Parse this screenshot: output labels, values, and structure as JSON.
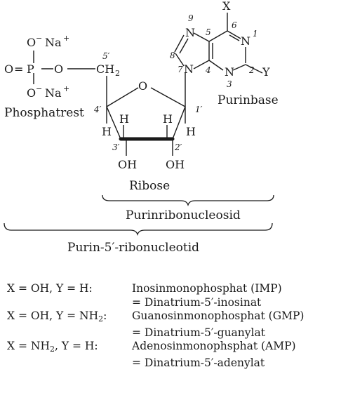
{
  "structure": {
    "phosphate": {
      "o_top": "O",
      "o_top_charge": "−",
      "na_top": "Na",
      "na_charge": "+",
      "o_double": "O",
      "eq_bond": "=",
      "p_atom": "P",
      "o_bridge": "O",
      "o_bottom": "O",
      "o_bottom_charge": "−",
      "na_bottom": "Na",
      "label": "Phosphatrest"
    },
    "sugar": {
      "ch2": "CH",
      "ch2_sub": "2",
      "ring_o": "O",
      "h_labels": [
        "H",
        "H",
        "H",
        "H"
      ],
      "oh_left": "OH",
      "oh_right": "OH",
      "label": "Ribose",
      "locants": [
        "5′",
        "4′",
        "3′",
        "2′",
        "1′"
      ]
    },
    "base": {
      "x": "X",
      "y": "Y",
      "n_atoms": [
        "N",
        "N",
        "N",
        "N"
      ],
      "locants": [
        "9",
        "8",
        "7",
        "5",
        "4",
        "6",
        "1",
        "2",
        "3"
      ],
      "label": "Purinbase"
    },
    "braces": {
      "nucleoside": "Purinribonucleosid",
      "nucleotide": "Purin-5′-ribonucleotid"
    }
  },
  "legend": [
    {
      "cond_a": "X = OH, Y = H:",
      "cond_b": "",
      "cond_c": "",
      "name": "Inosinmonophosphat (IMP)",
      "salt": "= Dinatrium-5′-inosinat"
    },
    {
      "cond_a": "X = OH, Y = NH",
      "cond_b": "2",
      "cond_c": ":",
      "name": "Guanosinmonophosphat (GMP)",
      "salt": "= Dinatrium-5′-guanylat"
    },
    {
      "cond_a": "X = NH",
      "cond_b": "2",
      "cond_c": ", Y = H:",
      "name": "Adenosinmonophsphat (AMP)",
      "salt": "= Dinatrium-5′-adenylat"
    }
  ]
}
